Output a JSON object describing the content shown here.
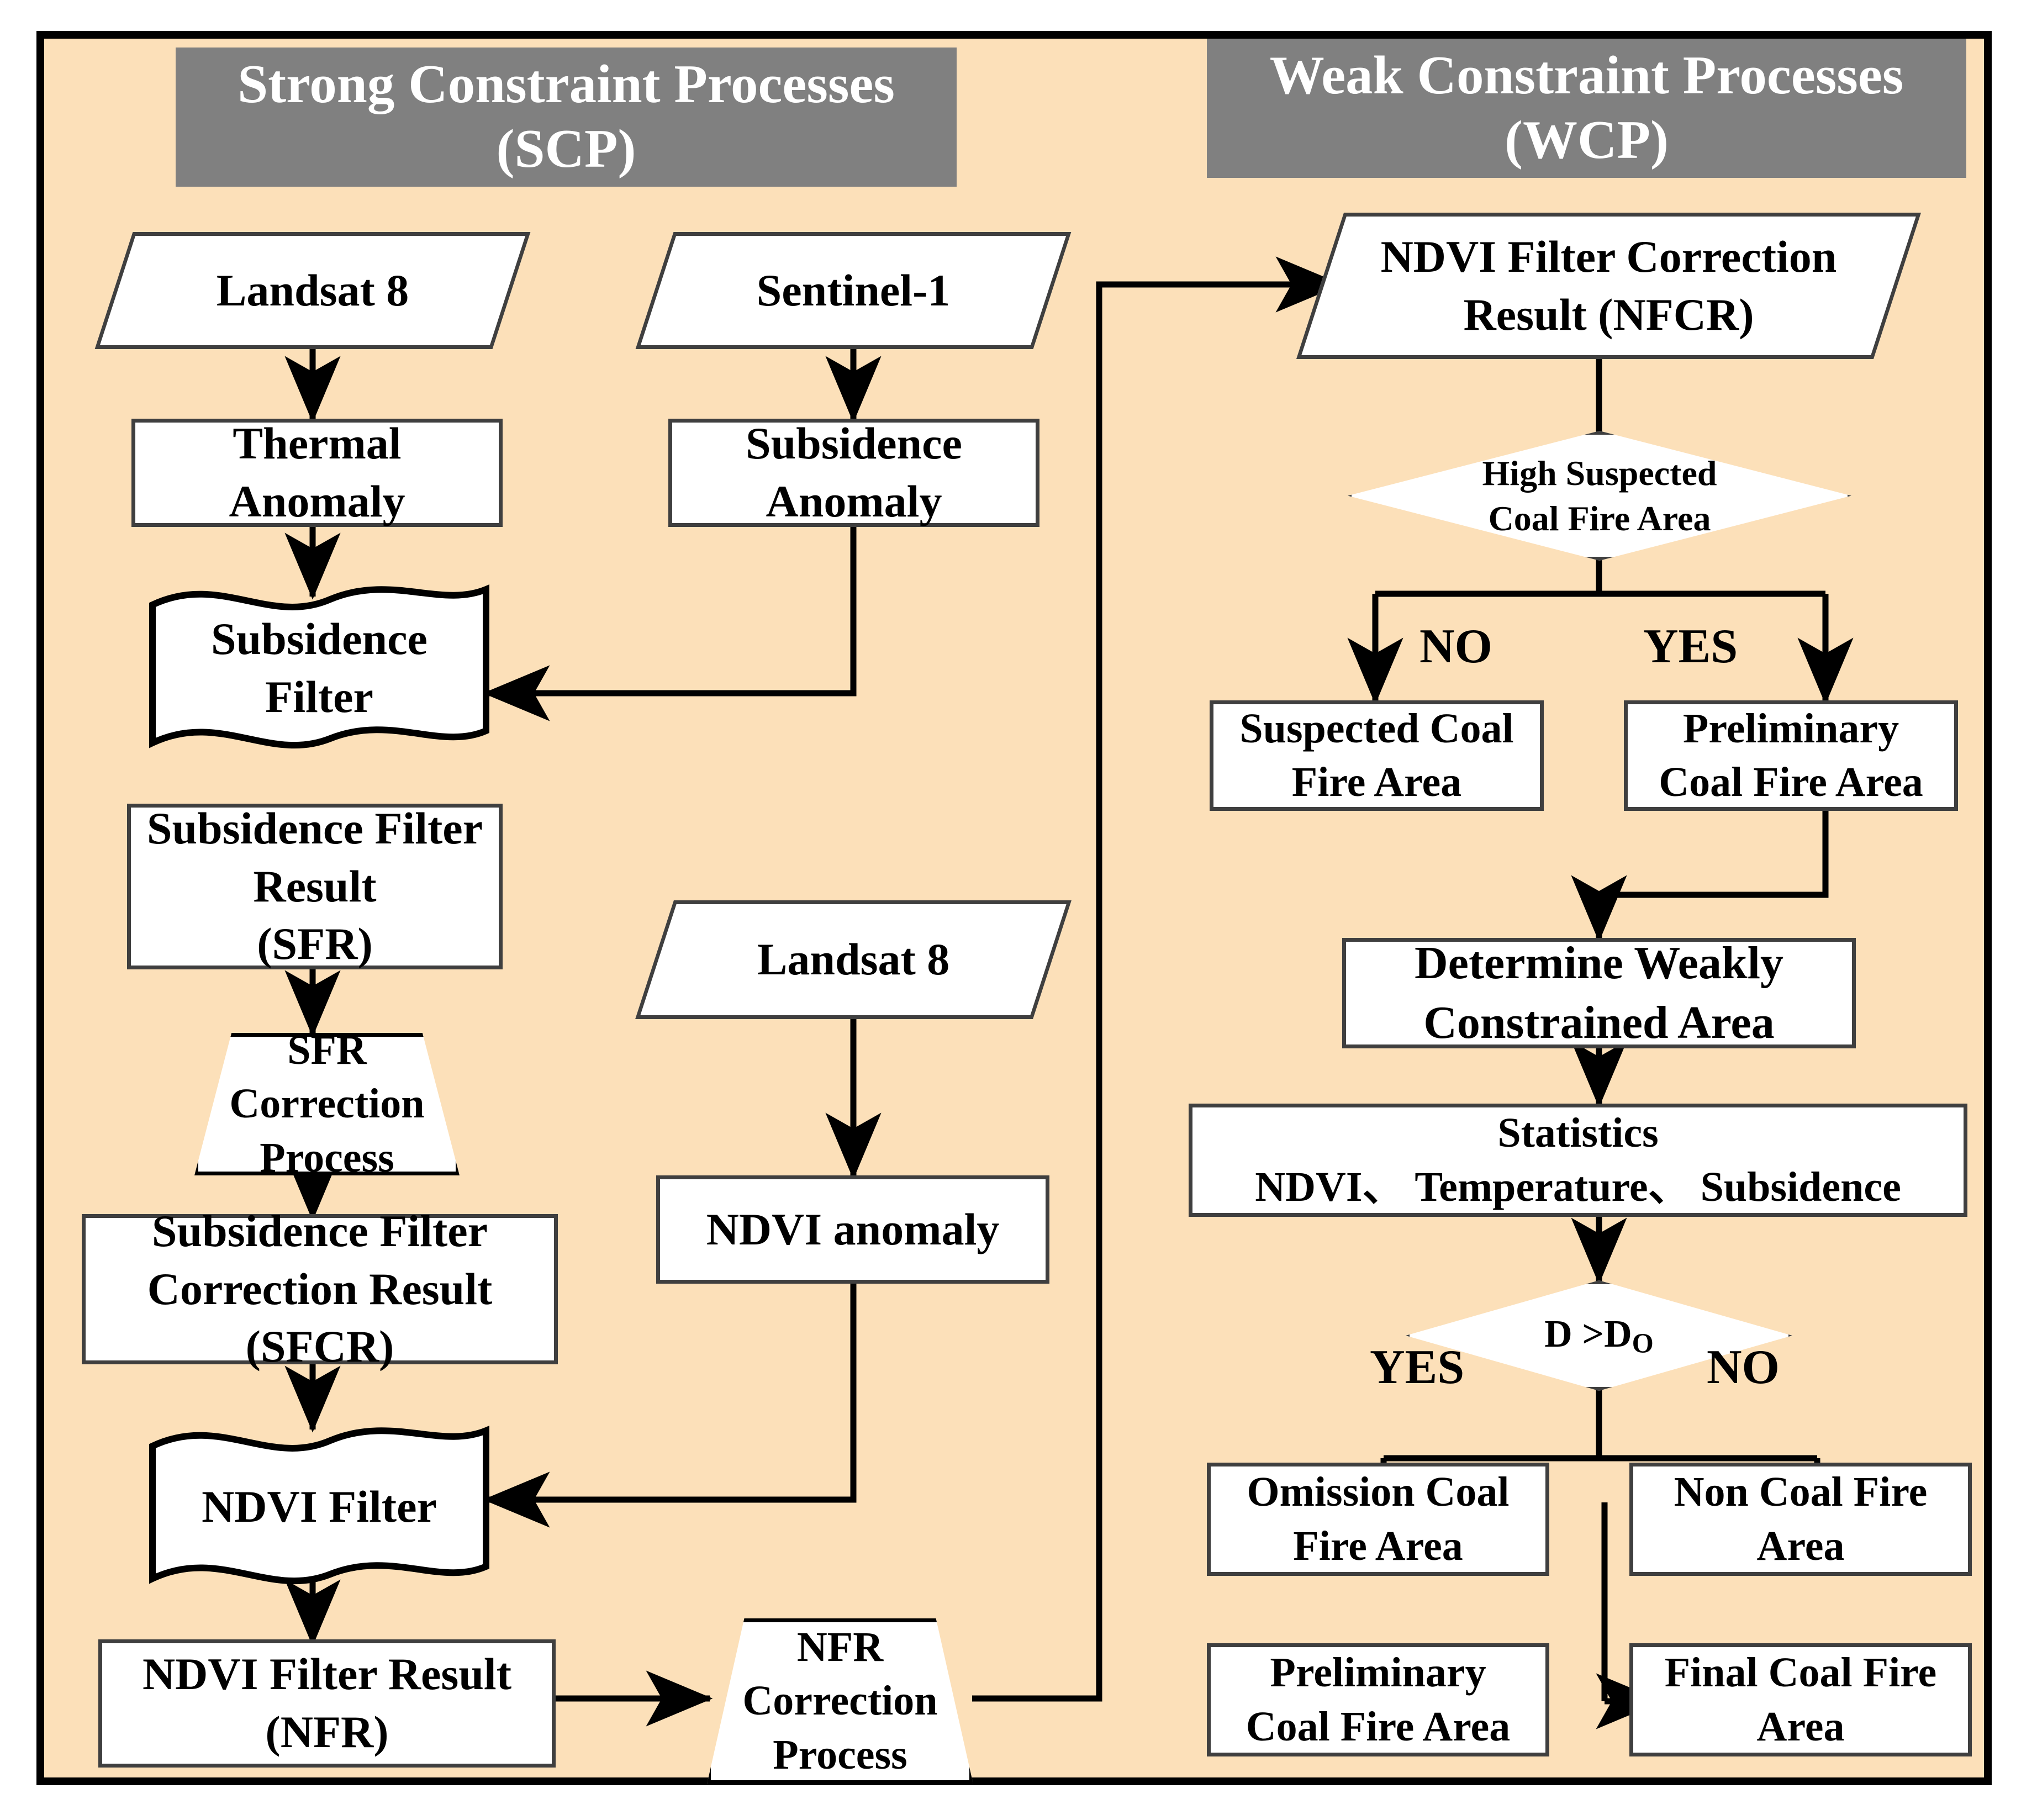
{
  "figure": {
    "kind": "flowchart",
    "background_color": "#FCE0B9",
    "border_color": "#000000",
    "header_fill": "#808080",
    "header_text_color": "#FFFFFF",
    "node_fill": "#FFFFFF",
    "node_border_color": "#3F3F3F"
  },
  "headers": {
    "left": "Strong Constraint Processes\n(SCP)",
    "right": "Weak Constraint Processes\n(WCP)"
  },
  "scp": {
    "landsat8_thermal": "Landsat 8",
    "sentinel1": "Sentinel-1",
    "thermal_anomaly": "Thermal\nAnomaly",
    "subsidence_anomaly": "Subsidence\nAnomaly",
    "subsidence_filter": "Subsidence\nFilter",
    "sfr": "Subsidence Filter\nResult\n(SFR)",
    "sfr_correction_process": "SFR\nCorrection\nProcess",
    "sfcr": "Subsidence Filter\nCorrection Result\n(SFCR)",
    "landsat8_ndvi": "Landsat 8",
    "ndvi_anomaly": "NDVI anomaly",
    "ndvi_filter": "NDVI Filter",
    "nfr": "NDVI Filter Result\n(NFR)",
    "nfr_correction_process": "NFR\nCorrection\nProcess"
  },
  "wcp": {
    "nfcr": "NDVI Filter Correction\nResult (NFCR)",
    "high_suspected": "High Suspected\nCoal Fire  Area",
    "branch_no_1": "NO",
    "branch_yes_1": "YES",
    "suspected_coal_fire_area": "Suspected Coal\nFire Area",
    "preliminary_coal_fire_area": "Preliminary\nCoal Fire Area",
    "determine_weakly": "Determine Weakly\nConstrained Area",
    "statistics_title": "Statistics",
    "statistics_items": "NDVI、 Temperature、 Subsidence",
    "decision_d": "D >D",
    "decision_d_sub": "O",
    "branch_yes_2": "YES",
    "branch_no_2": "NO",
    "omission_coal_fire_area": "Omission Coal\nFire Area",
    "non_coal_fire_area": "Non Coal Fire\nArea",
    "preliminary_coal_fire_area_2": "Preliminary\nCoal Fire Area",
    "final_coal_fire_area": "Final Coal Fire\nArea"
  }
}
